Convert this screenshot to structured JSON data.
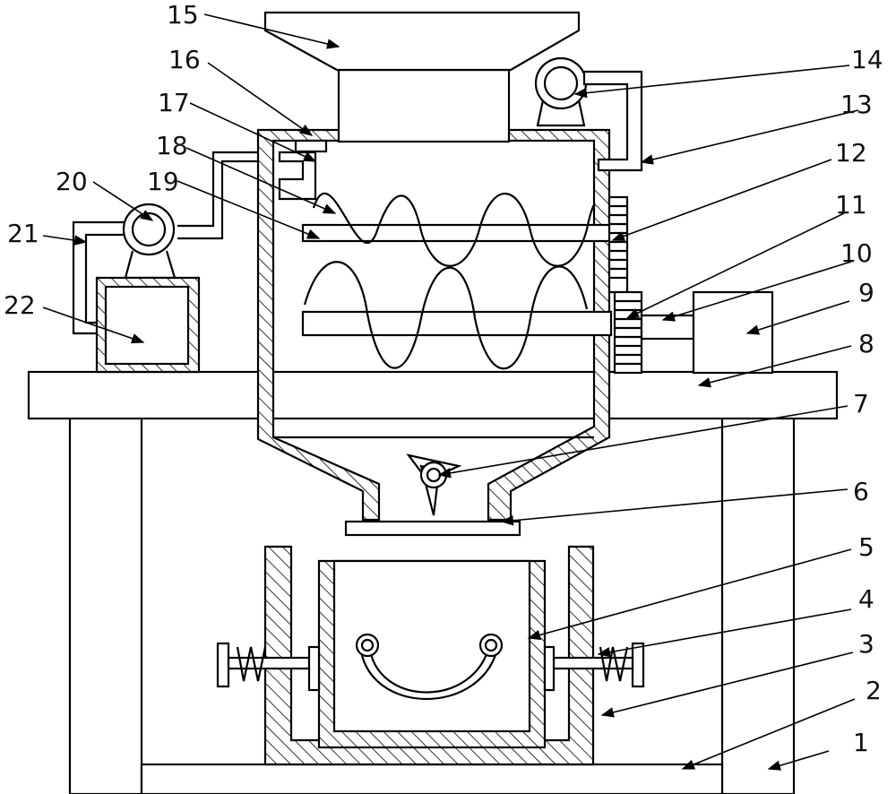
{
  "labels": [
    "1",
    "2",
    "3",
    "4",
    "5",
    "6",
    "7",
    "8",
    "9",
    "10",
    "11",
    "12",
    "13",
    "14",
    "15",
    "16",
    "17",
    "18",
    "19",
    "20",
    "21",
    "22"
  ]
}
